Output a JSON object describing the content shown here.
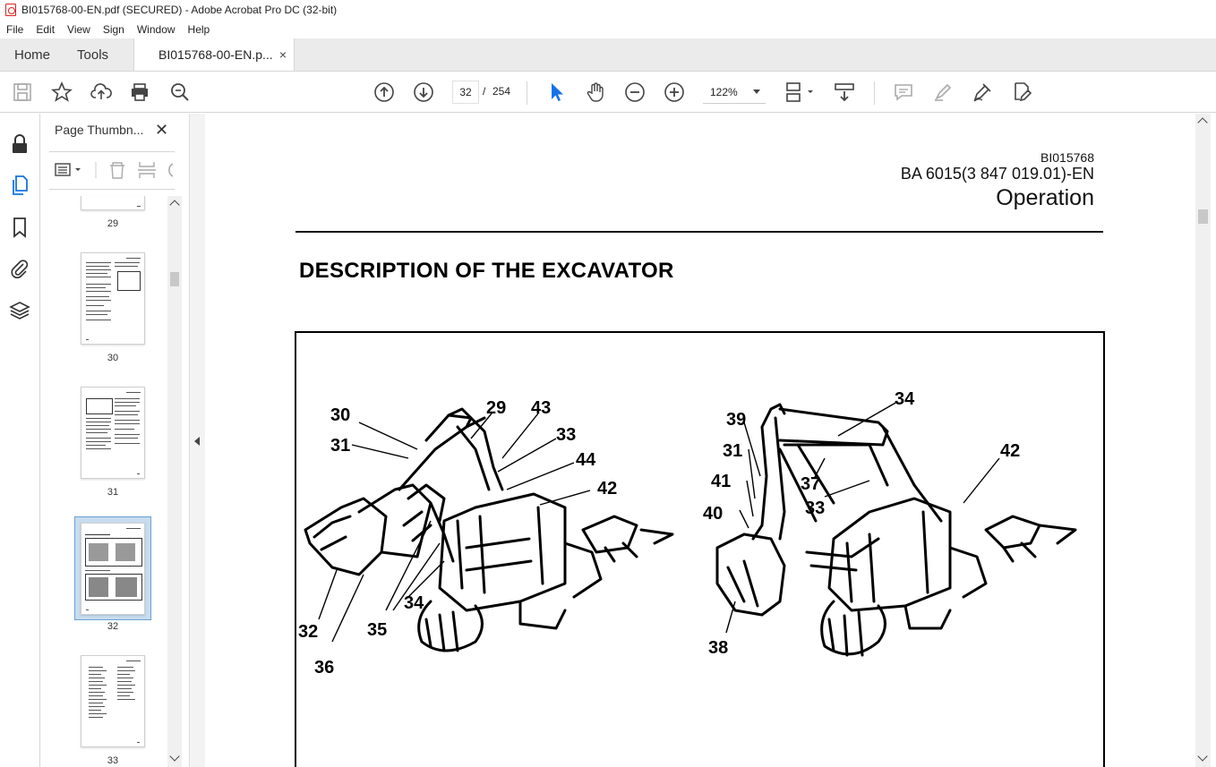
{
  "window": {
    "title": "BI015768-00-EN.pdf (SECURED) - Adobe Acrobat Pro DC (32-bit)"
  },
  "menu": [
    "File",
    "Edit",
    "View",
    "Sign",
    "Window",
    "Help"
  ],
  "tabs": {
    "home": "Home",
    "tools": "Tools",
    "document": "BI015768-00-EN.p...",
    "close": "×"
  },
  "toolbar": {
    "current_page": "32",
    "page_separator": "/",
    "total_pages": "254",
    "zoom": "122%"
  },
  "panel": {
    "title": "Page Thumbn...",
    "close": "✕",
    "thumbnails": [
      {
        "label": "29"
      },
      {
        "label": "30"
      },
      {
        "label": "31"
      },
      {
        "label": "32",
        "selected": true
      },
      {
        "label": "33"
      }
    ]
  },
  "document": {
    "doc_id": "BI015768",
    "doc_code": "BA 6015(3 847 019.01)-EN",
    "section": "Operation",
    "heading": "DESCRIPTION OF THE EXCAVATOR",
    "callouts_left": [
      "30",
      "29",
      "43",
      "33",
      "31",
      "44",
      "42",
      "32",
      "35",
      "34",
      "36"
    ],
    "callouts_right": [
      "34",
      "39",
      "31",
      "42",
      "41",
      "37",
      "33",
      "40",
      "38"
    ]
  },
  "colors": {
    "accent": "#1473e6",
    "select_highlight": "#c7dcef"
  }
}
